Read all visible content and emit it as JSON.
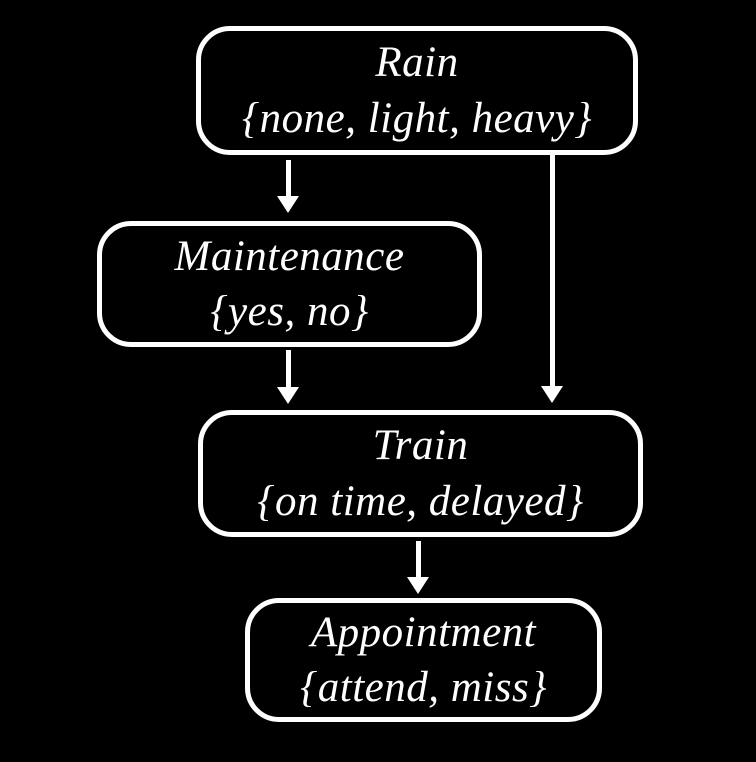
{
  "diagram": {
    "type": "bayesian-network",
    "colors": {
      "background": "#000000",
      "node_border": "#ffffff",
      "text": "#ffffff",
      "arrow": "#ffffff"
    },
    "nodes": [
      {
        "id": "rain",
        "label": "Rain",
        "values": "{none, light, heavy}"
      },
      {
        "id": "maintenance",
        "label": "Maintenance",
        "values": "{yes, no}"
      },
      {
        "id": "train",
        "label": "Train",
        "values": "{on time, delayed}"
      },
      {
        "id": "appointment",
        "label": "Appointment",
        "values": "{attend, miss}"
      }
    ],
    "edges": [
      {
        "from": "Rain",
        "to": "Maintenance"
      },
      {
        "from": "Rain",
        "to": "Train"
      },
      {
        "from": "Maintenance",
        "to": "Train"
      },
      {
        "from": "Train",
        "to": "Appointment"
      }
    ]
  }
}
